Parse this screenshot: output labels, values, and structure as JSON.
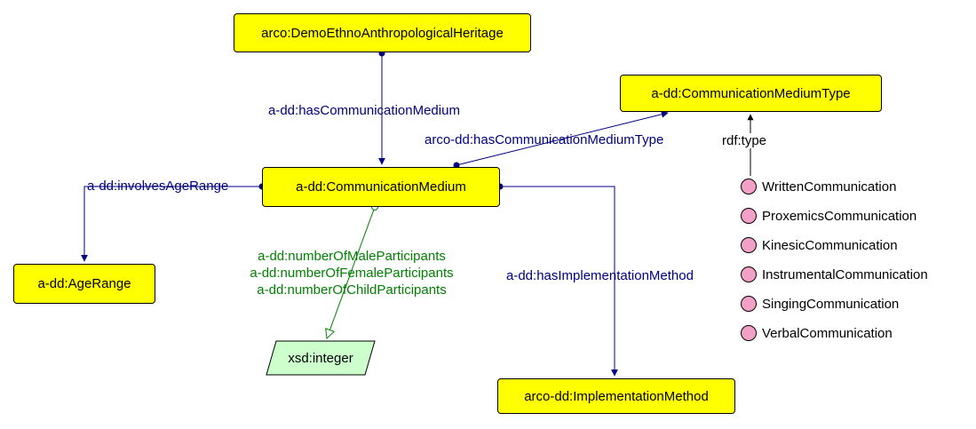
{
  "nodes": {
    "heritage": "arco:DemoEthnoAnthropologicalHeritage",
    "medium": "a-dd:CommunicationMedium",
    "medium_type": "a-dd:CommunicationMediumType",
    "age_range": "a-dd:AgeRange",
    "integer": "xsd:integer",
    "implementation": "arco-dd:ImplementationMethod"
  },
  "edges": {
    "has_medium": "a-dd:hasCommunicationMedium",
    "has_medium_type": "arco-dd:hasCommunicationMediumType",
    "involves_age": "a-dd:involvesAgeRange",
    "participants": [
      "a-dd:numberOfMaleParticipants",
      "a-dd:numberOfFemaleParticipants",
      "a-dd:numberOfChildParticipants"
    ],
    "has_implementation": "a-dd:hasImplementationMethod",
    "rdf_type": "rdf:type"
  },
  "individuals": [
    "WrittenCommunication",
    "ProxemicsCommunication",
    "KinesicCommunication",
    "InstrumentalCommunication",
    "SingingCommunication",
    "VerbalCommunication"
  ],
  "colors": {
    "class_fill": "#ffff00",
    "object_property": "#000080",
    "data_property": "#008000",
    "datatype_fill": "#ccffcc",
    "individual_fill": "#f3a0c6"
  }
}
